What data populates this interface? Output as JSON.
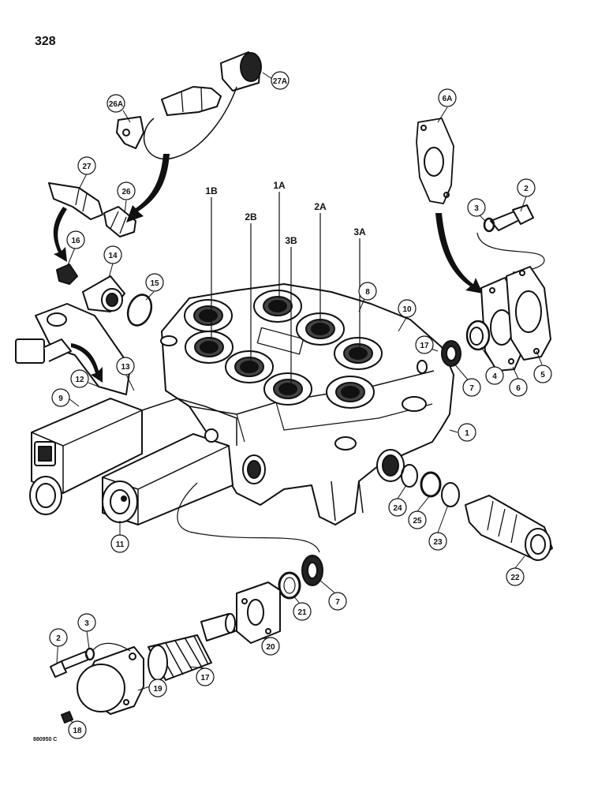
{
  "page_number": "328",
  "doc_code": "880950 C",
  "port_labels": [
    "1B",
    "1A",
    "2B",
    "2A",
    "3B",
    "3A"
  ],
  "callouts": [
    "27A",
    "26A",
    "27",
    "26",
    "6A",
    "2",
    "3",
    "16",
    "14",
    "15",
    "8",
    "10",
    "17",
    "4",
    "5",
    "6",
    "7",
    "13",
    "12",
    "9",
    "1",
    "24",
    "25",
    "23",
    "22",
    "11",
    "7",
    "21",
    "20",
    "3",
    "2",
    "17",
    "19",
    "18"
  ]
}
